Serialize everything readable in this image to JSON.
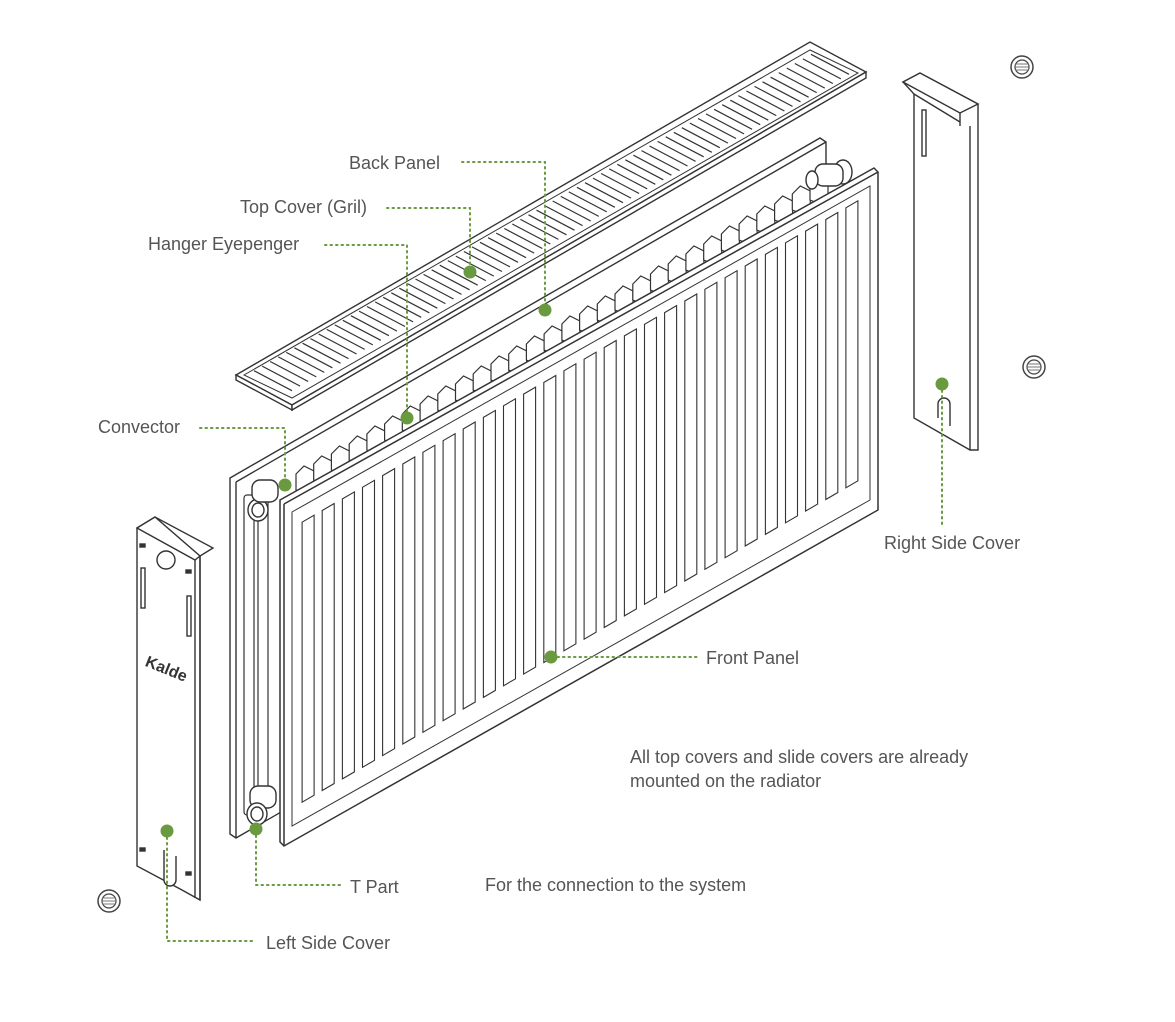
{
  "colors": {
    "accent": "#6a9a3f",
    "line": "#555555",
    "text": "#555555"
  },
  "labels": {
    "back_panel": "Back Panel",
    "top_cover": "Top Cover (Gril)",
    "hanger": "Hanger Eyepenger",
    "convector": "Convector",
    "right_side_cover": "Right Side Cover",
    "front_panel": "Front Panel",
    "t_part": "T Part",
    "left_side_cover": "Left Side Cover"
  },
  "notes": {
    "mounted": "All top covers and slide covers are already mounted on the radiator",
    "connection": "For the connection to the system"
  },
  "brand": "Kalde",
  "icons": [
    "plug-icon"
  ]
}
